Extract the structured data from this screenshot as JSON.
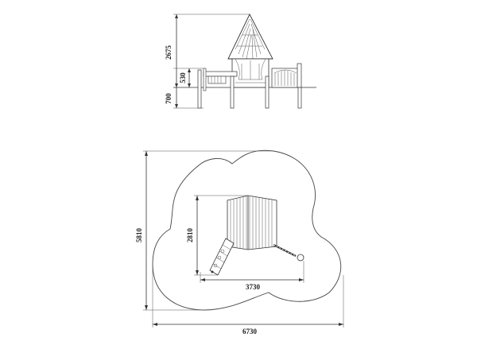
{
  "elevation": {
    "dim_total_height": "2675",
    "dim_platform_height": "530",
    "dim_foundation_depth": "700"
  },
  "plan": {
    "dim_overall_height": "5810",
    "dim_overall_width": "6730",
    "dim_structure_depth": "2810",
    "dim_structure_width": "3730"
  }
}
